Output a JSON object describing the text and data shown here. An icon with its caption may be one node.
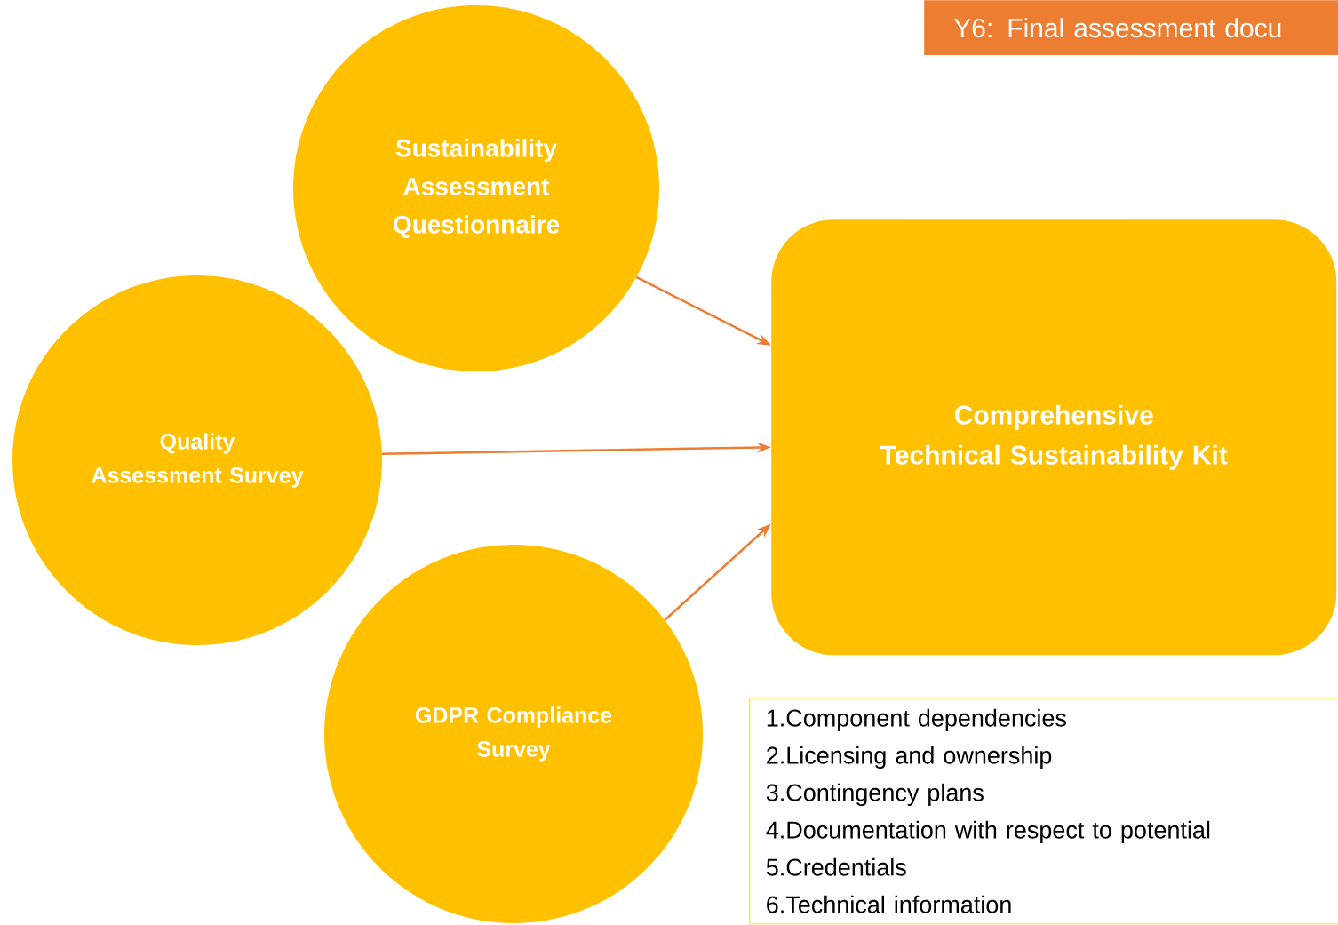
{
  "diagram": {
    "nodes": [
      {
        "text": [
          "Y6: Final assessment docu"
        ]
      },
      {
        "text": [
          "Sustainability Assessment Questionnaire"
        ]
      },
      {
        "text": [
          "Quality Assessment Survey"
        ]
      },
      {
        "text": [
          "GDPR Compliance Survey"
        ]
      },
      {
        "text": [
          "Comprehensive",
          "Technical Sustainability Kit"
        ]
      },
      {
        "text": [
          "1.Component dependencies",
          "2.Licensing and ownership",
          "3.Contingency plans",
          "4.Documentation with respect to potential",
          "5.Credentials",
          "6.Technical information"
        ]
      }
    ],
    "edges": [
      {
        "from": 1,
        "to": 4,
        "arrow": "to"
      },
      {
        "from": 2,
        "to": 4,
        "arrow": "to"
      },
      {
        "from": 3,
        "to": 4,
        "arrow": "to"
      }
    ]
  }
}
